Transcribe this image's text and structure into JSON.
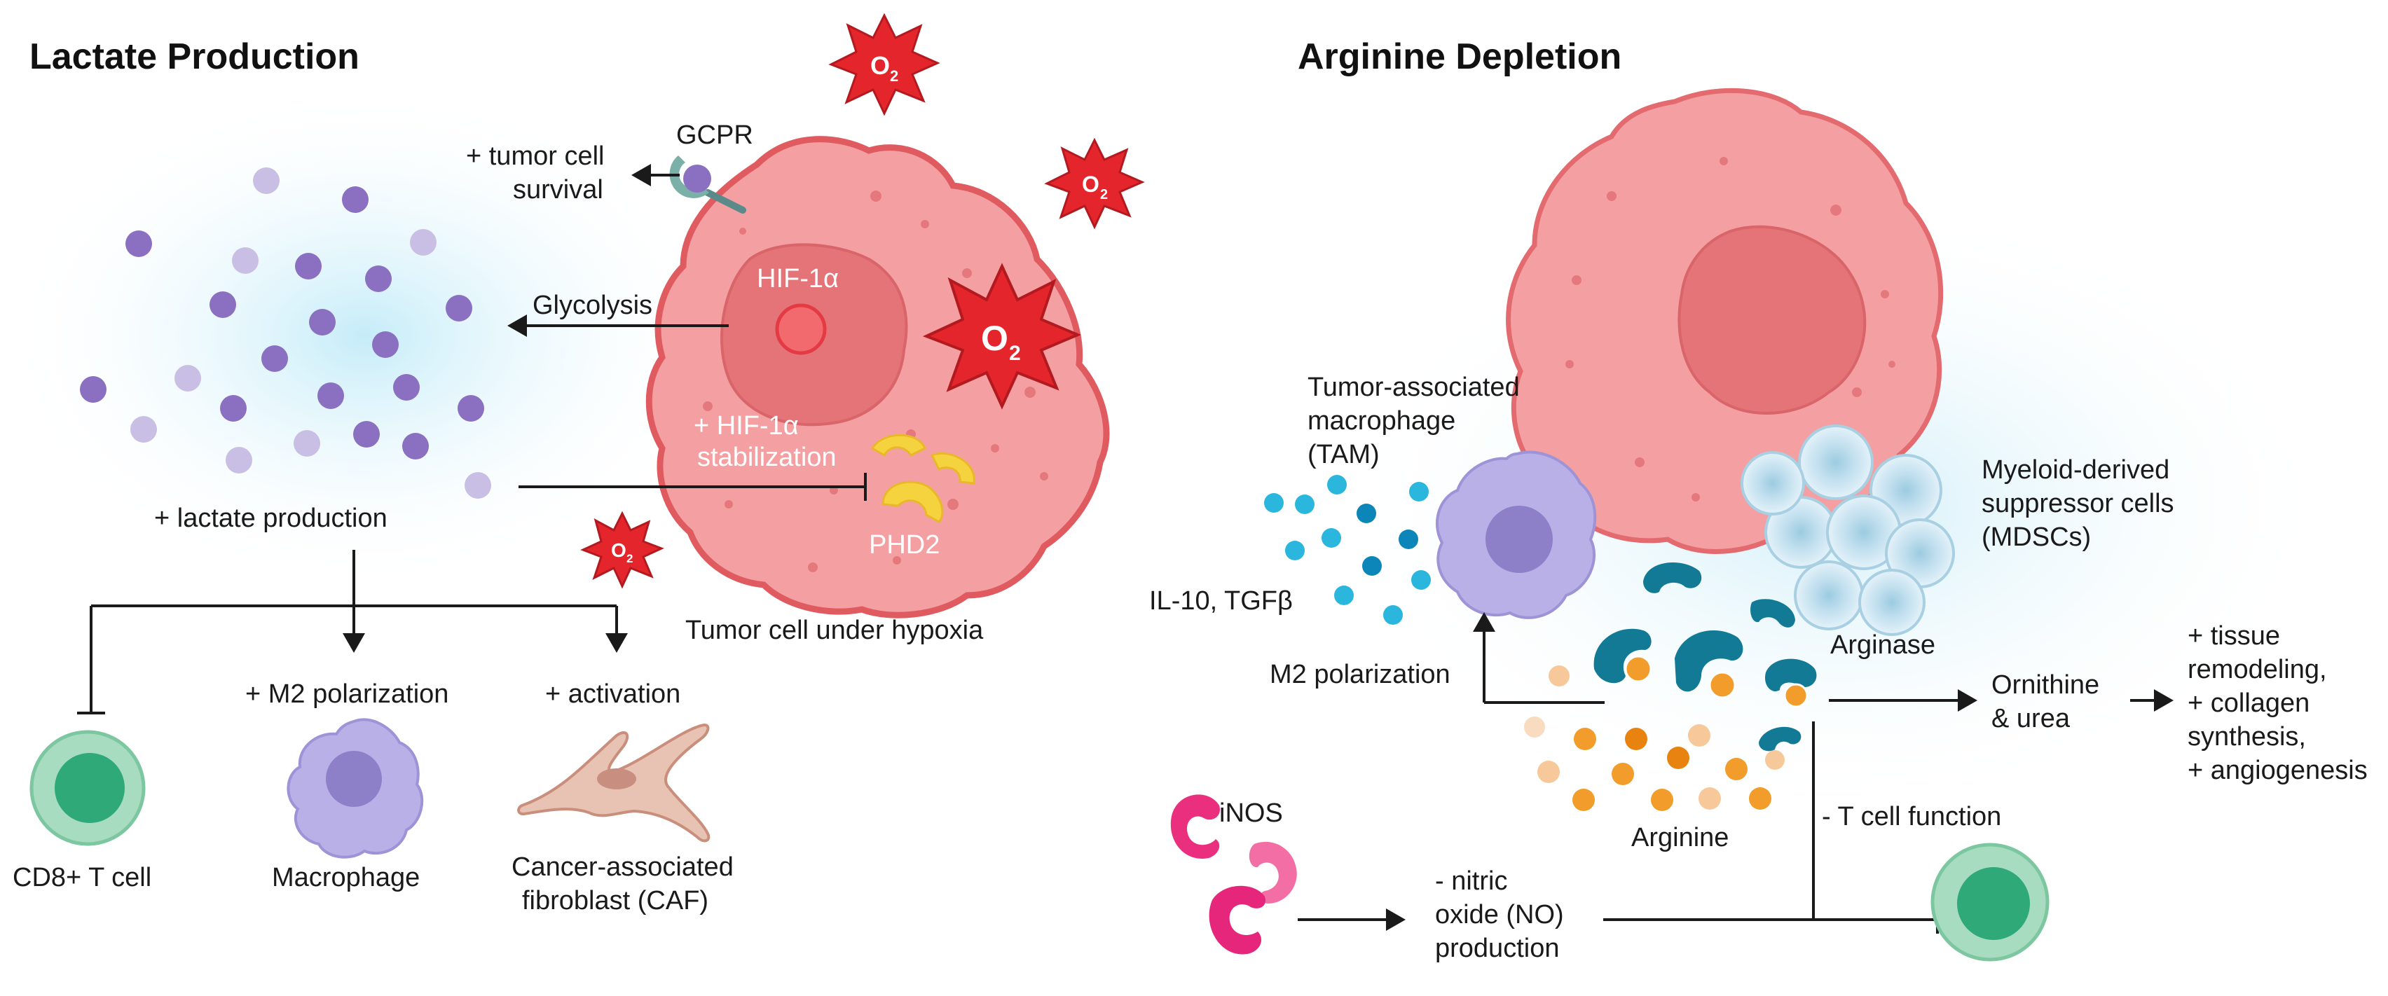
{
  "lactate": {
    "title": "Lactate Production",
    "gcpr": "GCPR",
    "survival_line1": "+ tumor cell",
    "survival_line2": "survival",
    "glycolysis": "Glycolysis",
    "hif": "HIF-1α",
    "stab_line1": "+ HIF-1α",
    "stab_line2": "stabilization",
    "phd2": "PHD2",
    "lactate_production": "+ lactate production",
    "tumor_cell": "Tumor cell under hypoxia",
    "m2": "+ M2 polarization",
    "activation": "+ activation",
    "cd8": "CD8+ T cell",
    "macrophage": "Macrophage",
    "caf_line1": "Cancer-associated",
    "caf_line2": "fibroblast (CAF)"
  },
  "superoxide_label": "O",
  "superoxide_sub": "2",
  "arginine": {
    "title": "Arginine Depletion",
    "tam_line1": "Tumor-associated",
    "tam_line2": "macrophage",
    "tam_line3": "(TAM)",
    "mdsc_line1": "Myeloid-derived",
    "mdsc_line2": "suppressor cells",
    "mdsc_line3": "(MDSCs)",
    "cytokines": "IL-10, TGFβ",
    "m2": "M2 polarization",
    "arginase": "Arginase",
    "ornithine_line1": "Ornithine",
    "ornithine_line2": "& urea",
    "effects_line1": "+ tissue",
    "effects_line2": "remodeling,",
    "effects_line3": "+ collagen",
    "effects_line4": "synthesis,",
    "effects_line5": "+ angiogenesis",
    "arginine": "Arginine",
    "tcell": "- T cell function",
    "inos": "iNOS",
    "no_line1": "- nitric",
    "no_line2": "oxide (NO)",
    "no_line3": "production"
  },
  "colors": {
    "tumor_fill": "#f4a0a2",
    "tumor_stroke": "#e05b60",
    "nucleus": "#e47478",
    "lactate_dark": "#8b6fc0",
    "lactate_light": "#c9bfe4",
    "tcell": "#4fbf8a",
    "macrophage": "#b8b0e6",
    "caf": "#e8c3b3",
    "superoxide": "#e4262c",
    "phd2": "#f5d33e",
    "cytokine": "#2bb6dd",
    "arginase": "#137a96",
    "arginine": "#f29d2b",
    "inos": "#ef3e8a",
    "mdsc": "#cde6f2"
  }
}
